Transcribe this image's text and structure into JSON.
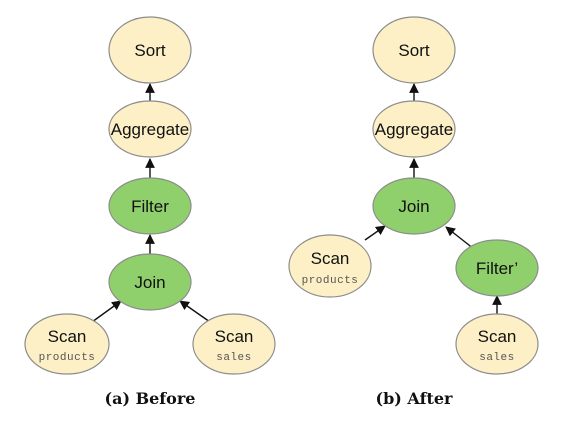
{
  "colors": {
    "plain_node_fill": "#fdf0c6",
    "plain_node_stroke": "#8c8c8c",
    "highlight_node_fill": "#8fcf6c",
    "highlight_node_stroke": "#8c8c8c",
    "edge": "#111111"
  },
  "panels": {
    "before": {
      "caption": "(a) Before",
      "nodes": {
        "sort": {
          "label": "Sort"
        },
        "aggregate": {
          "label": "Aggregate"
        },
        "filter": {
          "label": "Filter"
        },
        "join": {
          "label": "Join"
        },
        "scan_products": {
          "label": "Scan",
          "sub": "products"
        },
        "scan_sales": {
          "label": "Scan",
          "sub": "sales"
        }
      }
    },
    "after": {
      "caption": "(b) After",
      "nodes": {
        "sort": {
          "label": "Sort"
        },
        "aggregate": {
          "label": "Aggregate"
        },
        "join": {
          "label": "Join"
        },
        "scan_products": {
          "label": "Scan",
          "sub": "products"
        },
        "filter_prime": {
          "label": "Filter’"
        },
        "scan_sales": {
          "label": "Scan",
          "sub": "sales"
        }
      }
    }
  }
}
